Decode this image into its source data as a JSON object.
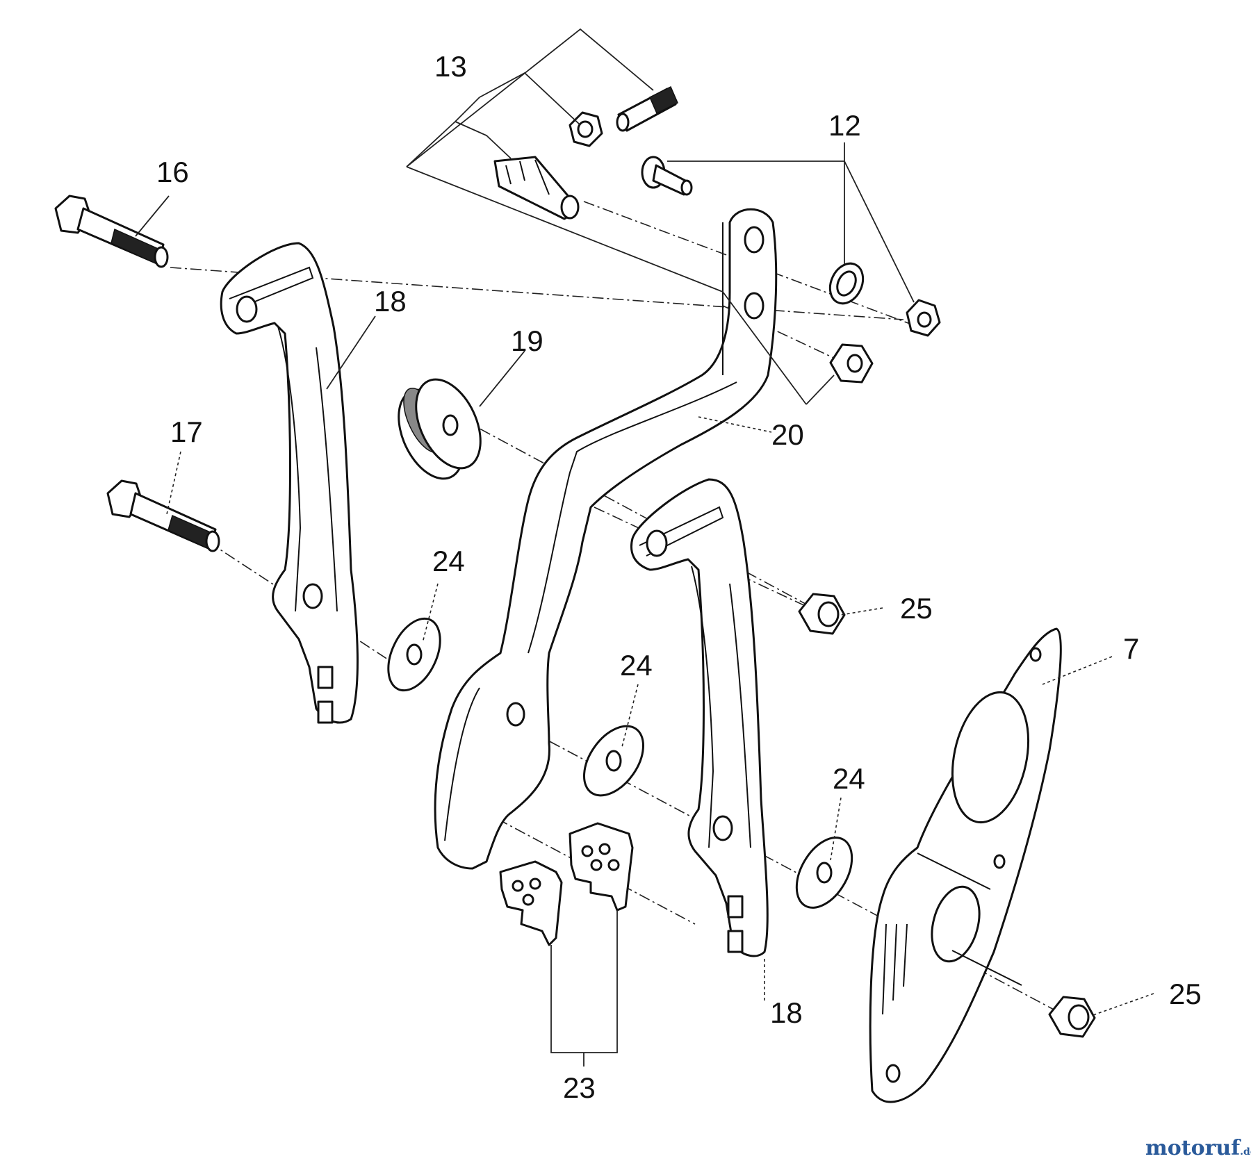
{
  "labels": {
    "p13": "13",
    "p12": "12",
    "p16": "16",
    "p18a": "18",
    "p19": "19",
    "p20": "20",
    "p17": "17",
    "p24a": "24",
    "p25a": "25",
    "p7": "7",
    "p24b": "24",
    "p24c": "24",
    "p25b": "25",
    "p18b": "18",
    "p23": "23"
  },
  "watermark": {
    "brand_colored": "motoruf",
    "tld": ".de"
  }
}
